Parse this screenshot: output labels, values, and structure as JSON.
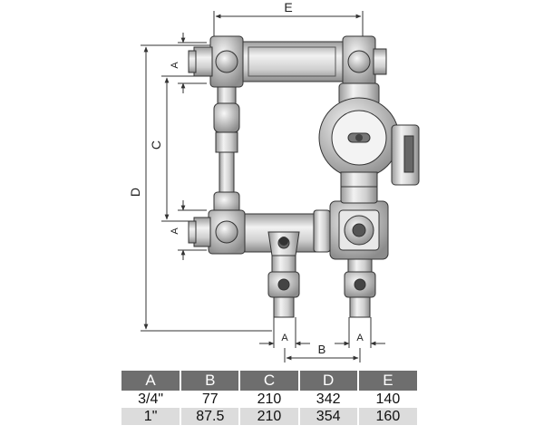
{
  "dimensions": {
    "E": "E",
    "A_upper": "A",
    "C": "C",
    "D": "D",
    "A_lower": "A",
    "A_bottom_left": "A",
    "A_bottom_right": "A",
    "B": "B"
  },
  "table": {
    "headers": [
      "A",
      "B",
      "C",
      "D",
      "E"
    ],
    "rows": [
      [
        "3/4\"",
        "77",
        "210",
        "342",
        "140"
      ],
      [
        "1\"",
        "87.5",
        "210",
        "354",
        "160"
      ]
    ]
  },
  "colors": {
    "header_bg": "#6e6e6e",
    "alt_row_bg": "#dcdcdc",
    "line": "#333333"
  }
}
